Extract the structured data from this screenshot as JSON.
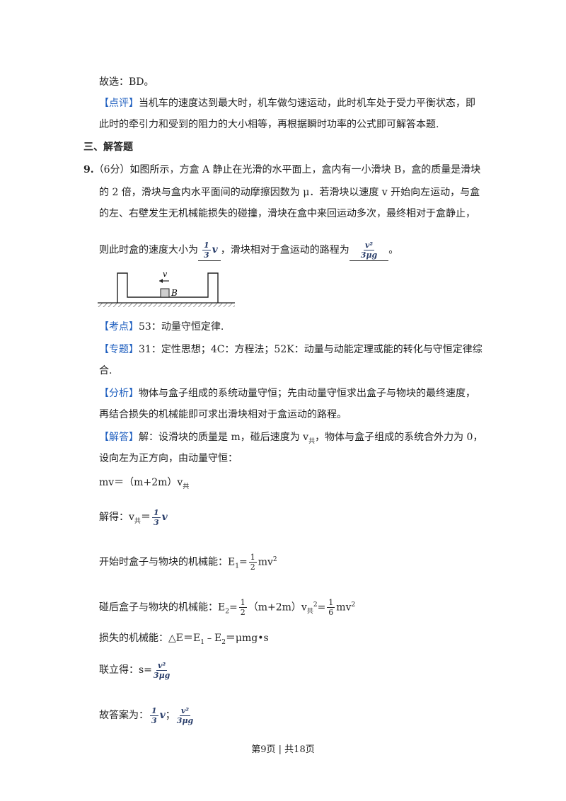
{
  "prev": {
    "answer_text": "故选：BD。",
    "comment_tag": "【点评】",
    "comment_line1": "当机车的速度达到最大时，机车做匀速运动，此时机车处于受力平衡状态，即",
    "comment_line2": "此时的牵引力和受到的阻力的大小相等，再根据瞬时功率的公式即可解答本题."
  },
  "section": {
    "title": "三、解答题"
  },
  "q9": {
    "number": "9.",
    "line1": "（6分）如图所示，方盒 A 静止在光滑的水平面上，盒内有一小滑块 B，盒的质量是滑块",
    "line2": "的 2 倍，滑块与盒内水平面间的动摩擦因数为 μ．若滑块以速度 v 开始向左运动，与盒",
    "line3": "的左、右壁发生无机械能损失的碰撞，滑块在盒中来回运动多次，最终相对于盒静止，",
    "line4_a": "则此时盒的速度大小为",
    "line4_b": "，滑块相对于盒运动的路程为",
    "line4_c": "。",
    "blank1": {
      "num": "1",
      "den": "3",
      "var": "v"
    },
    "blank2": {
      "num": "v²",
      "den": "3μg"
    },
    "figure": {
      "velocity_label": "v",
      "block_label": "B"
    }
  },
  "solution": {
    "kaodian_tag": "【考点】",
    "kaodian": "53：动量守恒定律.",
    "zhuanti_tag": "【专题】",
    "zhuanti1": "31：定性思想；4C：方程法；52K：动量与动能定理或能的转化与守恒定律综",
    "zhuanti2": "合.",
    "fenxi_tag": "【分析】",
    "fenxi1": "物体与盒子组成的系统动量守恒；先由动量守恒求出盒子与物块的最终速度，",
    "fenxi2": "再结合损失的机械能即可求出滑块相对于盒运动的路程。",
    "jieda_tag": "【解答】",
    "jieda1": "解：设滑块的质量是 m，碰后速度为 v",
    "jieda1_sub": "共",
    "jieda1_rest": "，物体与盒子组成的系统合外力为 0，",
    "jieda2": "设向左为正方向，由动量守恒：",
    "eq1_a": "mv＝（m+2m）v",
    "eq1_sub": "共",
    "eq2_a": "解得：v",
    "eq2_sub": "共",
    "eq2_eq": "＝",
    "eq2_frac": {
      "num": "1",
      "den": "3",
      "var": "v"
    },
    "eq3_a": "开始时盒子与物块的机械能：E",
    "eq3_sub": "1",
    "eq3_eq": "=",
    "eq3_frac": {
      "num": "1",
      "den": "2"
    },
    "eq3_rest": "mv",
    "eq3_sup": "2",
    "eq4_a": "碰后盒子与物块的机械能：E",
    "eq4_sub": "2",
    "eq4_eq": "=",
    "eq4_frac": {
      "num": "1",
      "den": "2"
    },
    "eq4_mid": "（m+2m）v",
    "eq4_sub2": "共",
    "eq4_sup2": "2",
    "eq4_eq2": "=",
    "eq4_frac2": {
      "num": "1",
      "den": "6"
    },
    "eq4_rest": "mv",
    "eq4_sup3": "2",
    "eq5": "损失的机械能：△E＝E",
    "eq5_sub1": "1",
    "eq5_mid": "﹣E",
    "eq5_sub2": "2",
    "eq5_rest": "＝μmg•s",
    "eq6_a": "联立得：s=",
    "eq6_frac": {
      "num": "v²",
      "den": "3μg"
    },
    "final_a": "故答案为：",
    "final_frac1": {
      "num": "1",
      "den": "3"
    },
    "final_var": "v",
    "final_sep": "；",
    "final_frac2": {
      "num": "v²",
      "den": "3μg"
    }
  },
  "footer": {
    "text": "第9页 | 共18页"
  }
}
